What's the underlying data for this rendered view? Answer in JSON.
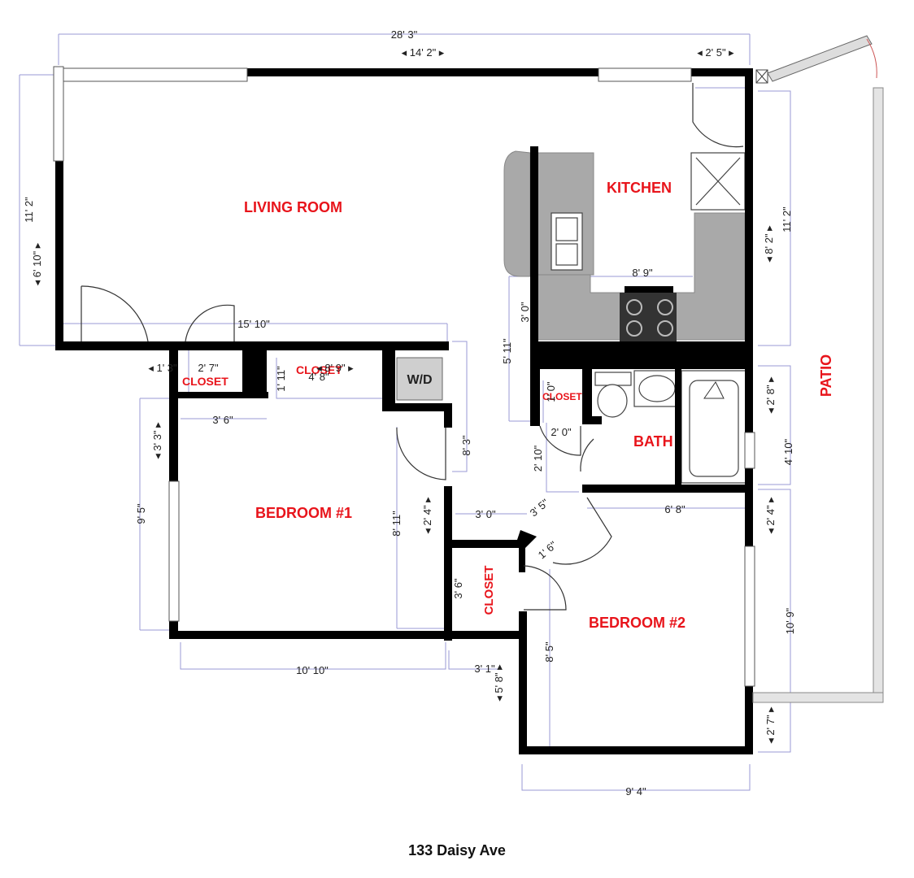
{
  "address": "133 Daisy Ave",
  "colors": {
    "room_label": "#e8141b",
    "wall": "#000000",
    "counter": "#a9a9a9",
    "dimension_line": "#9a9ad6"
  },
  "rooms": {
    "living_room": "LIVING ROOM",
    "kitchen": "KITCHEN",
    "bedroom1": "BEDROOM #1",
    "bedroom2": "BEDROOM #2",
    "bath": "BATH",
    "patio": "PATIO",
    "closet_hall": "CLOSET",
    "closet_bed1": "CLOSET",
    "closet_bath": "CLOSET",
    "closet_bed2": "CLOSET",
    "washer_dryer": "W/D"
  },
  "dims": {
    "overall_width": "28' 3\"",
    "front_wall": "◂ 14' 2\" ▸",
    "entry_door": "◂ 2' 5\" ▸",
    "left_overall": "11' 2\"",
    "left_window": "◂ 6' 10\" ▸",
    "right_overall": "11' 2\"",
    "kitchen_depth": "◂ 8' 2\" ▸",
    "kitchen_width": "8' 9\"",
    "kitchen_counter": "3' 0\"",
    "kitchen_left": "5' 11\"",
    "living_width": "15' 10\"",
    "hall_closet_gap": "◂ 1' 3\"",
    "hall_closet": "2' 7\"",
    "bed1_closet_a": "◂ 8' 9\" ▸",
    "bed1_closet_b": "4' 8\"",
    "bed1_closet_c": "1' 11\"",
    "bed1_closet_d": "3' 6\"",
    "bed1_window_offset": "◂ 3' 3\" ▸",
    "bed1_left": "9' 5\"",
    "bed1_height": "8' 11\"",
    "bed1_right": "8' 3\"",
    "bed1_door": "◂ 2' 4\" ▸",
    "hall_width": "3' 0\"",
    "bed1_width": "10' 10\"",
    "bed2_closet_depth": "3' 6\"",
    "bed2_closet_width": "3' 1\"",
    "bed2_closet_offset": "◂ 5' 8\" ▸",
    "bath_closet_a": "1' 0\"",
    "bath_closet_b": "2' 0\"",
    "bath_closet_c": "2' 10\"",
    "bath_right_a": "◂ 2' 8\" ▸",
    "bath_right_b": "4' 10\"",
    "diag_a": "3' 5\"",
    "diag_b": "1' 6\"",
    "bed2_top": "6' 8\"",
    "bed2_right_a": "◂ 2' 4\" ▸",
    "bed2_right_b": "10' 9\"",
    "bed2_right_c": "◂ 2' 7\" ▸",
    "bed2_height": "8' 5\"",
    "bed2_width": "9' 4\""
  }
}
